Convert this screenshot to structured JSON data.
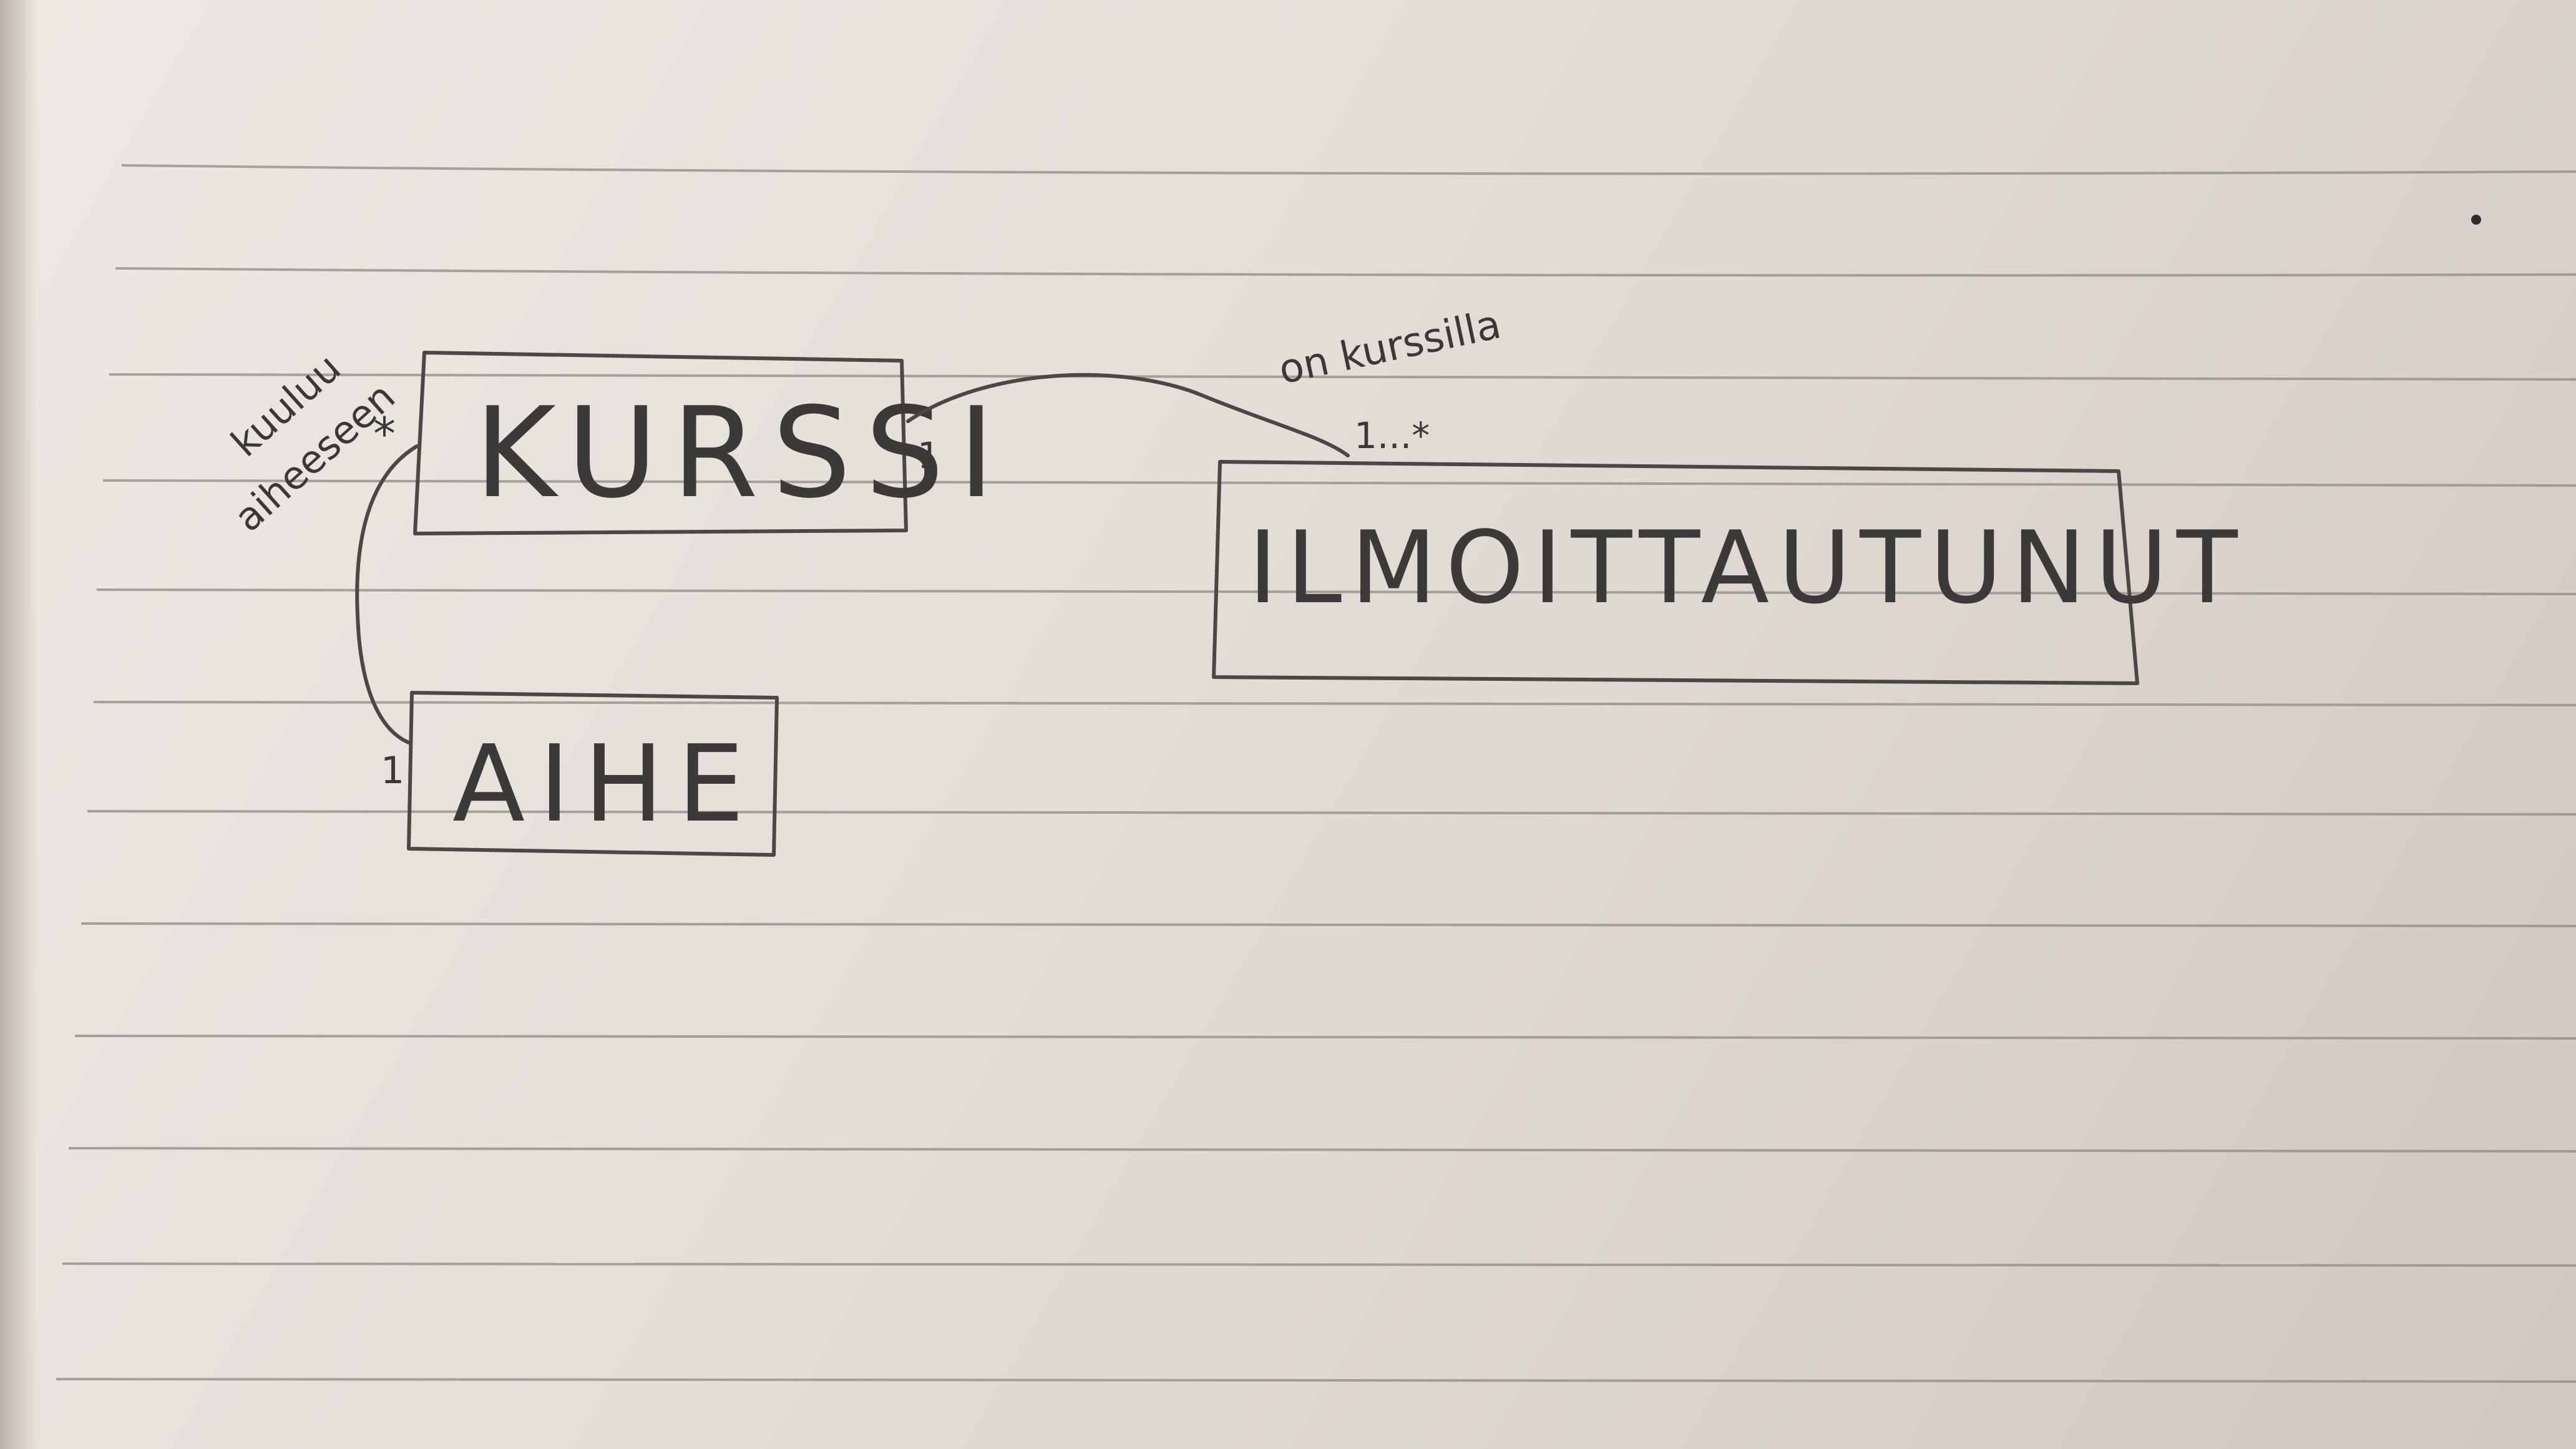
{
  "diagram": {
    "entities": {
      "kurssi": "KURSSI",
      "aihe": "AIHE",
      "ilmoittautunut": "ILMOITTAUTUNUT"
    },
    "relations": {
      "kurssi_aihe": {
        "label_line1": "kuuluu",
        "label_line2": "aiheeseen",
        "kurssi_end": "*",
        "aihe_end": "1"
      },
      "kurssi_ilmoittautunut": {
        "label": "on kurssilla",
        "kurssi_end": "1",
        "ilmoittautunut_end": "1...*"
      }
    }
  },
  "colors": {
    "paper": "#e3ded8",
    "pencil": "#4a4745",
    "rule_line": "#8e8a86"
  }
}
